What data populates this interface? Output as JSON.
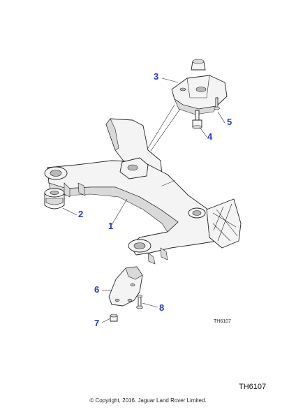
{
  "callouts": {
    "c1": "1",
    "c2": "2",
    "c3": "3",
    "c4": "4",
    "c5": "5",
    "c6": "6",
    "c7": "7",
    "c8": "8"
  },
  "illustration_code": "TH6107",
  "reference_code": "TH6107",
  "copyright": "© Copyright, 2016. Jaguar Land Rover Limited."
}
